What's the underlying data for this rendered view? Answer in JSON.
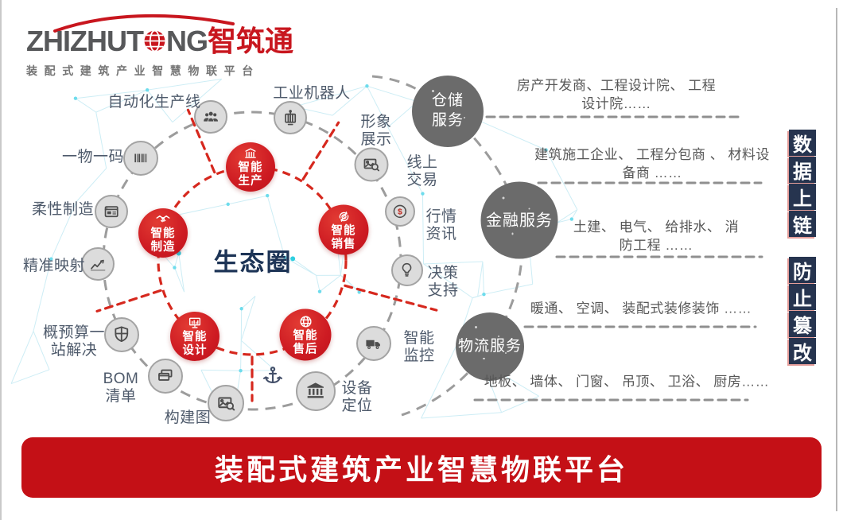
{
  "logo": {
    "brand_left": "ZHIZHUT",
    "brand_right": "NG",
    "brand_cn": "智筑通",
    "tagline": "装配式建筑产业智慧物联平台"
  },
  "ecosystem": {
    "center_label": "生态圈",
    "core_nodes": [
      {
        "label": "智能\n生产",
        "icon": "factory-icon"
      },
      {
        "label": "智能\n制造",
        "icon": "handshake-icon"
      },
      {
        "label": "智能\n销售",
        "icon": "sales-cycle-icon"
      },
      {
        "label": "智能\n设计",
        "icon": "monitor-icon"
      },
      {
        "label": "智能\n售后",
        "icon": "globe-icon"
      }
    ],
    "satellites": [
      {
        "label": "自动化生产线",
        "icon": "team-icon"
      },
      {
        "label": "工业机器人",
        "icon": "robot-icon"
      },
      {
        "label": "形象\n展示",
        "icon": "gallery-icon"
      },
      {
        "label": "线上\n交易",
        "icon": "dollar-icon"
      },
      {
        "label": "行情\n资讯",
        "icon": ""
      },
      {
        "label": "决策\n支持",
        "icon": "bulb-icon"
      },
      {
        "label": "智能\n监控",
        "icon": "truck-icon"
      },
      {
        "label": "设备\n定位",
        "icon": "bank-icon"
      },
      {
        "label": "构建图",
        "icon": "blueprint-icon"
      },
      {
        "label": "BOM\n清单",
        "icon": "cards-icon"
      },
      {
        "label": "概预算一\n站解决",
        "icon": "shield-icon"
      },
      {
        "label": "精准映射",
        "icon": "chart-icon"
      },
      {
        "label": "柔性制造",
        "icon": "window-icon"
      },
      {
        "label": "一物一码",
        "icon": "barcode-icon"
      },
      {
        "label": "",
        "icon": "anchor-icon"
      }
    ],
    "services": [
      {
        "label": "仓储\n服务"
      },
      {
        "label": "金融服务"
      },
      {
        "label": "物流服务"
      }
    ],
    "partner_rows": [
      {
        "text": "房产开发商、工程设计院、 工程设计院……"
      },
      {
        "text": "建筑施工企业、 工程分包商 、 材料设备商 ……"
      },
      {
        "text": "土建、 电气、 给排水、 消防工程 ……"
      },
      {
        "text": "暖通、 空调、 装配式装修装饰 ……"
      },
      {
        "text": "地板、 墙体、 门窗、 吊顶、 卫浴、 厨房……"
      }
    ]
  },
  "side_chain": {
    "top": "数据上链",
    "bottom": "防止篡改"
  },
  "footer": {
    "title": "装配式建筑产业智慧物联平台"
  },
  "colors": {
    "brand_red": "#c8161e",
    "core_red": "#cd1a22",
    "banner_red": "#c41016",
    "navy": "#1d3456",
    "chain_navy": "#26344f",
    "service_gray": "#6b6b6b",
    "mesh_cyan": "#52d5e6",
    "dash_gray": "#9c9c9c",
    "dash_red": "#d6281e"
  }
}
